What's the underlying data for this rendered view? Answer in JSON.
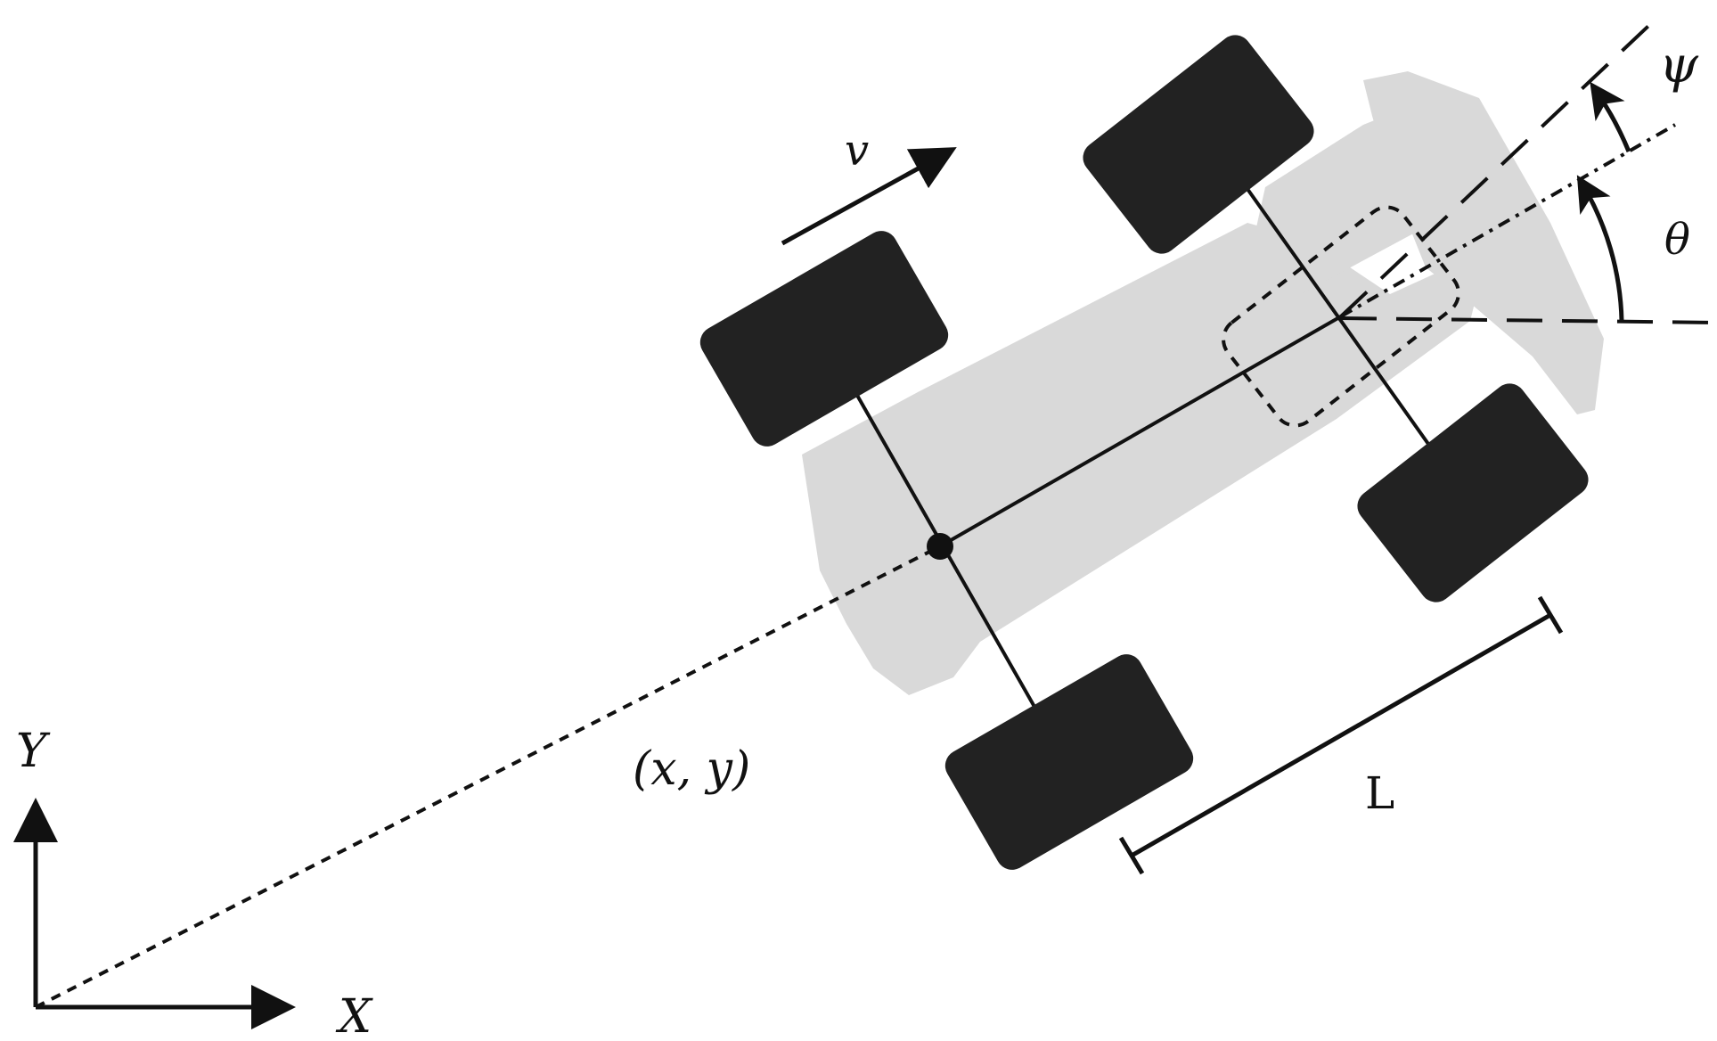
{
  "diagram": {
    "labels": {
      "velocity": "v",
      "steering_angle": "ψ",
      "heading_angle": "θ",
      "position": "(x, y)",
      "wheelbase": "L",
      "axis_x": "X",
      "axis_y": "Y"
    },
    "colors": {
      "ink": "#111111",
      "wheel": "#222222",
      "body": "#d9d9d9"
    }
  }
}
